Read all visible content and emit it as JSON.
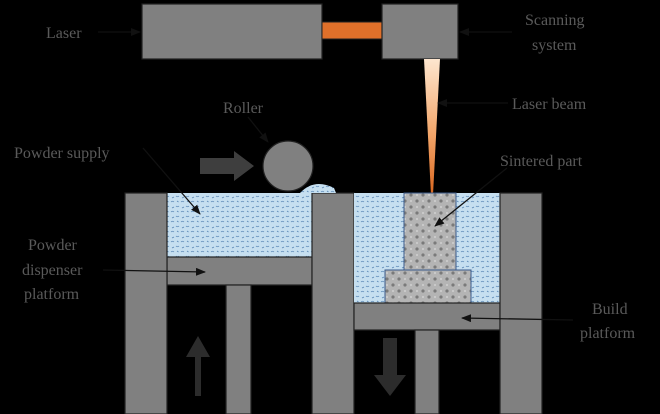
{
  "labels": {
    "laser": "Laser",
    "scanning_1": "Scanning",
    "scanning_2": "system",
    "laser_beam": "Laser beam",
    "roller": "Roller",
    "powder_supply": "Powder supply",
    "sintered_part": "Sintered part",
    "dispenser_1": "Powder",
    "dispenser_2": "dispenser",
    "dispenser_3": "platform",
    "build_1": "Build",
    "build_2": "platform"
  },
  "colors": {
    "background": "#000000",
    "steel": "#808080",
    "powder": "#c6dff0",
    "laser_link": "#e0702a",
    "beam": "#f3a66a",
    "label_text": "#5a5a5a"
  }
}
